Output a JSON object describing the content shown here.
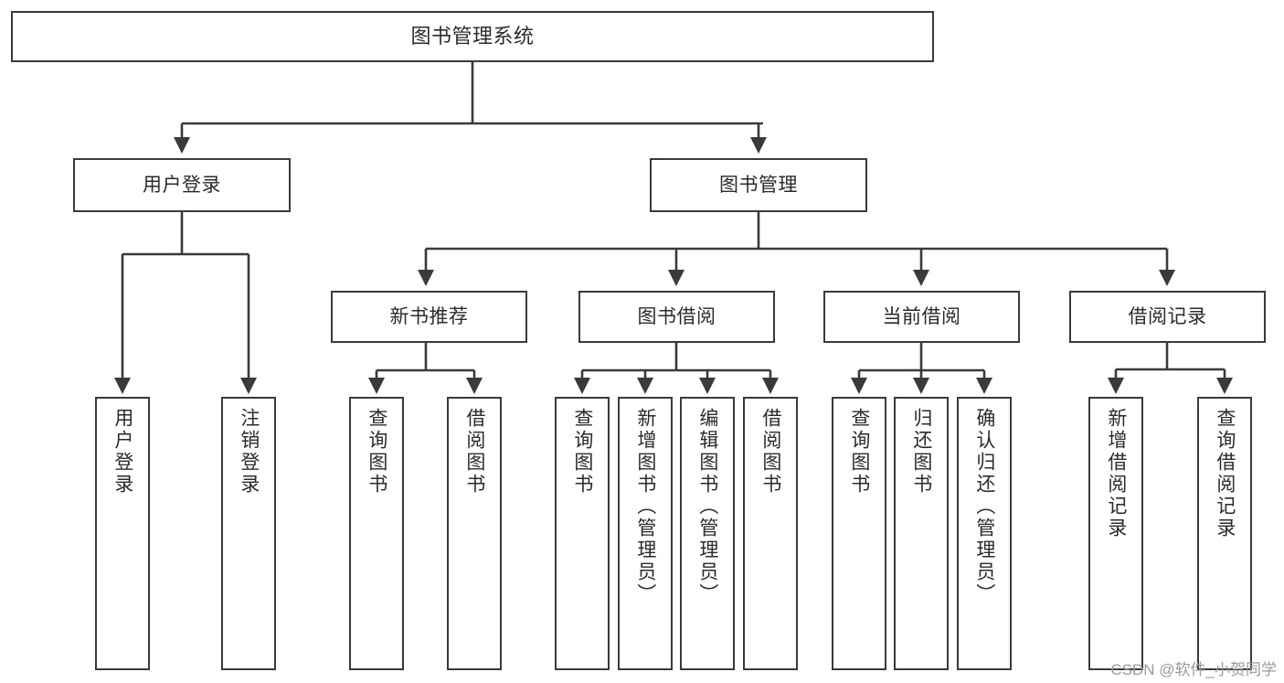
{
  "diagram": {
    "title": "图书管理系统",
    "type": "tree-hierarchy",
    "watermark": "CSDN @软件_小贺同学",
    "colors": {
      "stroke": "#3a3a3a",
      "fill": "#ffffff",
      "text": "#2b2b2b",
      "watermark": "#9a9a9a"
    },
    "nodes": {
      "root": {
        "label": "图书管理系统"
      },
      "level1": [
        {
          "label": "用户登录"
        },
        {
          "label": "图书管理"
        }
      ],
      "level2": [
        {
          "label": "新书推荐"
        },
        {
          "label": "图书借阅"
        },
        {
          "label": "当前借阅"
        },
        {
          "label": "借阅记录"
        }
      ],
      "leaves": {
        "user_login": [
          {
            "label": "用户登录"
          },
          {
            "label": "注销登录"
          }
        ],
        "new_book": [
          {
            "label": "查询图书"
          },
          {
            "label": "借阅图书"
          }
        ],
        "book_borrow": [
          {
            "label": "查询图书"
          },
          {
            "label": "新增图书（管理员）"
          },
          {
            "label": "编辑图书（管理员）"
          },
          {
            "label": "借阅图书"
          }
        ],
        "current_borrow": [
          {
            "label": "查询图书"
          },
          {
            "label": "归还图书"
          },
          {
            "label": "确认归还（管理员）"
          }
        ],
        "borrow_record": [
          {
            "label": "新增借阅记录"
          },
          {
            "label": "查询借阅记录"
          }
        ]
      }
    }
  }
}
